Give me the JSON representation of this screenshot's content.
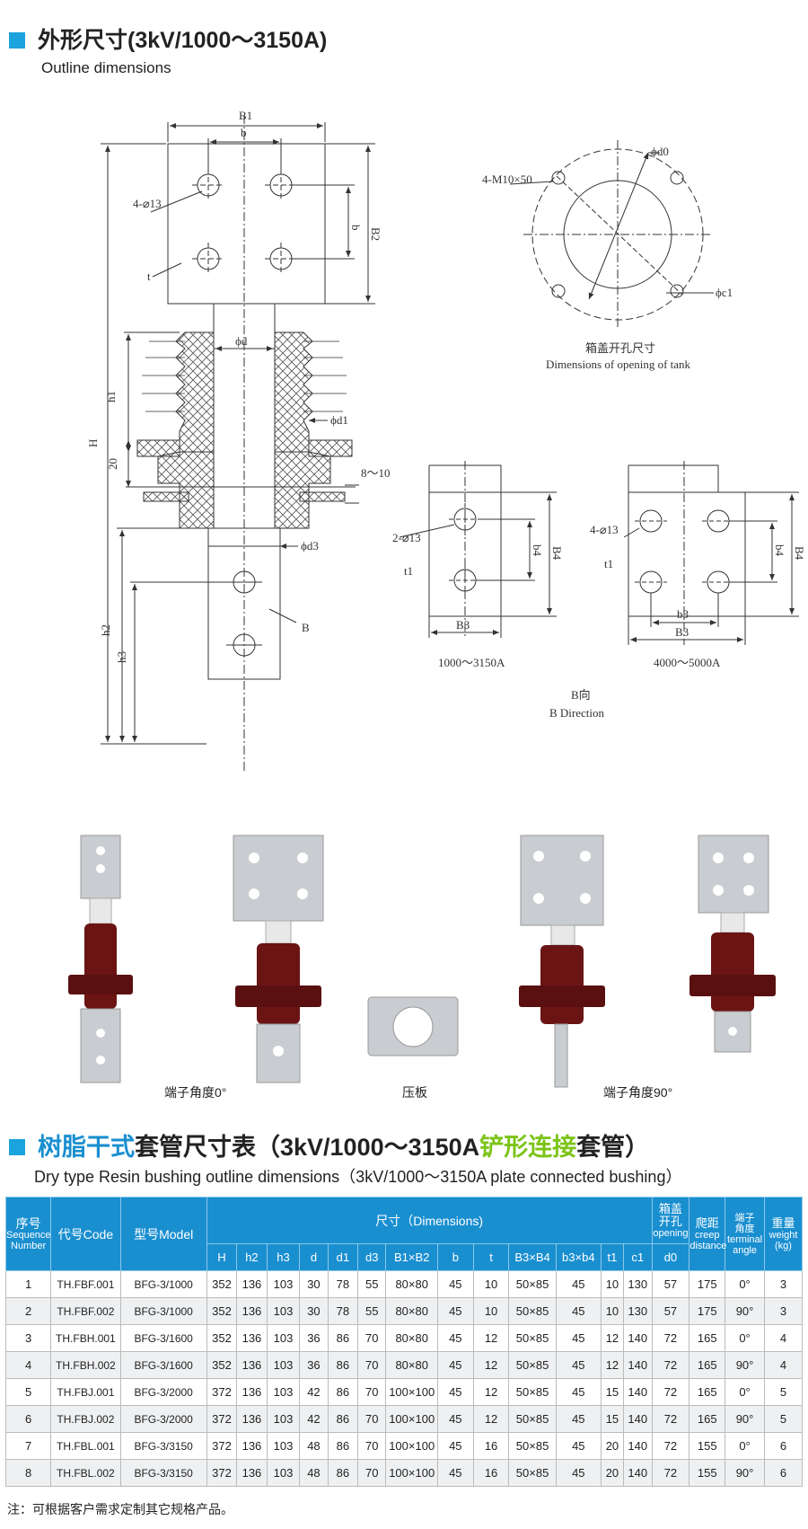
{
  "section1": {
    "title_cn": "外形尺寸(3kV/1000～3150A)",
    "title_en": "Outline dimensions"
  },
  "drawing_labels": {
    "B1": "B1",
    "b": "b",
    "b_side": "b",
    "B2": "B2",
    "holes4": "4-⌀13",
    "t": "t",
    "phi_d": "ϕd",
    "h1": "h1",
    "H": "H",
    "phi_d1": "ϕd1",
    "dim20": "20",
    "dim810": "8～10",
    "phi_d3": "ϕd3",
    "h2": "h2",
    "h3": "h3",
    "B": "B",
    "m10": "4-M10×50",
    "phi_d0": "ϕd0",
    "phi_c1": "ϕc1",
    "tank_cn": "箱盖开孔尺寸",
    "tank_en": "Dimensions of opening of tank",
    "holes2": "2-⌀13",
    "t1_a": "t1",
    "b4_a": "b4",
    "B4_a": "B4",
    "B3_a": "B3",
    "range_a": "1000～3150A",
    "holes4b": "4-⌀13",
    "t1_b": "t1",
    "b4_b": "b4",
    "B4_b": "B4",
    "b3_b": "b3",
    "B3_b": "B3",
    "range_b": "4000～5000A",
    "dir_cn": "B向",
    "dir_en": "B Direction"
  },
  "photo_captions": {
    "angle0": "端子角度0°",
    "plate": "压板",
    "angle90": "端子角度90°"
  },
  "section2": {
    "t1": "树脂干式",
    "t2": "套管尺寸表（3kV/1000～3150A",
    "t3": "铲形连接",
    "t4": "套管）",
    "title_en": "Dry type Resin bushing outline dimensions（3kV/1000～3150A plate connected bushing）"
  },
  "table": {
    "h_seq_cn": "序号",
    "h_seq_en1": "Sequence",
    "h_seq_en2": "Number",
    "h_code": "代号Code",
    "h_model": "型号Model",
    "h_dims": "尺寸（Dimensions)",
    "h_open_cn1": "箱盖",
    "h_open_cn2": "开孔",
    "h_open_en": "opening",
    "h_creep_cn": "爬距",
    "h_creep_en1": "creep",
    "h_creep_en2": "distance",
    "h_term_cn1": "端子",
    "h_term_cn2": "角度",
    "h_term_en1": "terminal",
    "h_term_en2": "angle",
    "h_wt_cn": "重量",
    "h_wt_en1": "weight",
    "h_wt_en2": "(kg)",
    "cols": [
      "H",
      "h2",
      "h3",
      "d",
      "d1",
      "d3",
      "B1×B2",
      "b",
      "t",
      "B3×B4",
      "b3×b4",
      "t1",
      "c1",
      "d0"
    ],
    "rows": [
      [
        "1",
        "TH.FBF.001",
        "BFG-3/1000",
        "352",
        "136",
        "103",
        "30",
        "78",
        "55",
        "80×80",
        "45",
        "10",
        "50×85",
        "45",
        "10",
        "130",
        "57",
        "175",
        "0°",
        "3"
      ],
      [
        "2",
        "TH.FBF.002",
        "BFG-3/1000",
        "352",
        "136",
        "103",
        "30",
        "78",
        "55",
        "80×80",
        "45",
        "10",
        "50×85",
        "45",
        "10",
        "130",
        "57",
        "175",
        "90°",
        "3"
      ],
      [
        "3",
        "TH.FBH.001",
        "BFG-3/1600",
        "352",
        "136",
        "103",
        "36",
        "86",
        "70",
        "80×80",
        "45",
        "12",
        "50×85",
        "45",
        "12",
        "140",
        "72",
        "165",
        "0°",
        "4"
      ],
      [
        "4",
        "TH.FBH.002",
        "BFG-3/1600",
        "352",
        "136",
        "103",
        "36",
        "86",
        "70",
        "80×80",
        "45",
        "12",
        "50×85",
        "45",
        "12",
        "140",
        "72",
        "165",
        "90°",
        "4"
      ],
      [
        "5",
        "TH.FBJ.001",
        "BFG-3/2000",
        "372",
        "136",
        "103",
        "42",
        "86",
        "70",
        "100×100",
        "45",
        "12",
        "50×85",
        "45",
        "15",
        "140",
        "72",
        "165",
        "0°",
        "5"
      ],
      [
        "6",
        "TH.FBJ.002",
        "BFG-3/2000",
        "372",
        "136",
        "103",
        "42",
        "86",
        "70",
        "100×100",
        "45",
        "12",
        "50×85",
        "45",
        "15",
        "140",
        "72",
        "165",
        "90°",
        "5"
      ],
      [
        "7",
        "TH.FBL.001",
        "BFG-3/3150",
        "372",
        "136",
        "103",
        "48",
        "86",
        "70",
        "100×100",
        "45",
        "16",
        "50×85",
        "45",
        "20",
        "140",
        "72",
        "155",
        "0°",
        "6"
      ],
      [
        "8",
        "TH.FBL.002",
        "BFG-3/3150",
        "372",
        "136",
        "103",
        "48",
        "86",
        "70",
        "100×100",
        "45",
        "16",
        "50×85",
        "45",
        "20",
        "140",
        "72",
        "155",
        "90°",
        "6"
      ]
    ]
  },
  "note": "注：可根据客户需求定制其它规格产品。",
  "colors": {
    "accent": "#1aa3dc",
    "header_bg": "#1a8fd0",
    "green": "#7cc417",
    "porcelain": "#6b1414",
    "metal": "#c9ccd0"
  }
}
